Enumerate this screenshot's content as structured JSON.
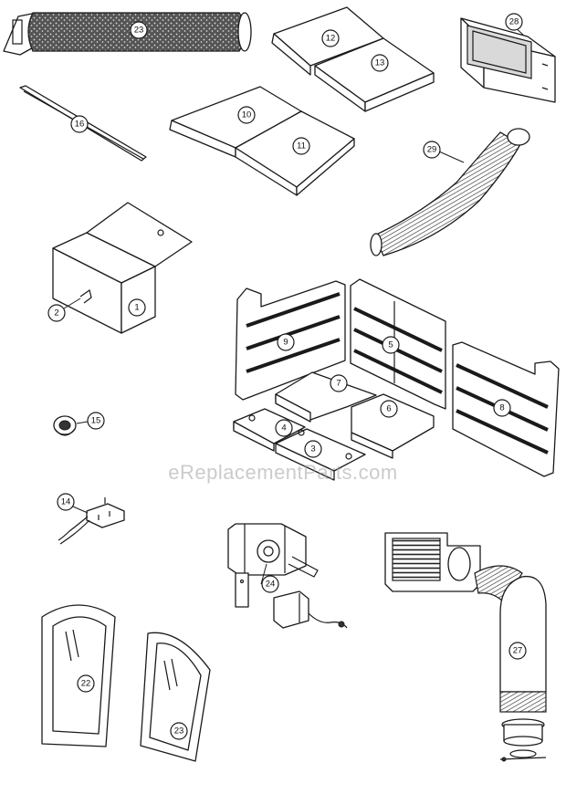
{
  "watermark": "eReplacementParts.com",
  "callouts": {
    "p23_hose": "23",
    "p12": "12",
    "p13": "13",
    "p28": "28",
    "p16": "16",
    "p10": "10",
    "p11": "11",
    "p29": "29",
    "p1": "1",
    "p2": "2",
    "p9": "9",
    "p5": "5",
    "p8": "8",
    "p7": "7",
    "p6": "6",
    "p4": "4",
    "p3": "3",
    "p15": "15",
    "p14": "14",
    "p24": "24",
    "p27": "27",
    "p22": "22",
    "p23_door": "23"
  }
}
